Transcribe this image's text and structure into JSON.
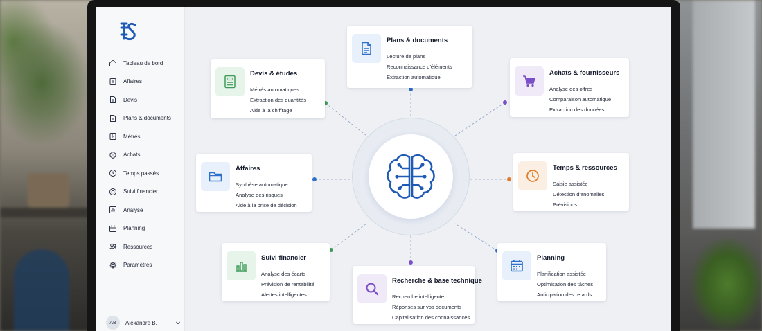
{
  "sidebar": {
    "logo_icon": "bts-logo-icon",
    "items": [
      {
        "label": "Tableau de bord",
        "icon": "home-icon"
      },
      {
        "label": "Affaires",
        "icon": "briefcase-file-icon"
      },
      {
        "label": "Devis",
        "icon": "document-icon"
      },
      {
        "label": "Plans & documents",
        "icon": "document-icon"
      },
      {
        "label": "Métrés",
        "icon": "ruler-icon"
      },
      {
        "label": "Achats",
        "icon": "cart-icon"
      },
      {
        "label": "Temps passés",
        "icon": "clock-icon"
      },
      {
        "label": "Suivi financier",
        "icon": "finance-icon"
      },
      {
        "label": "Analyse",
        "icon": "chart-icon"
      },
      {
        "label": "Planning",
        "icon": "calendar-icon"
      },
      {
        "label": "Ressources",
        "icon": "people-icon"
      },
      {
        "label": "Paramètres",
        "icon": "gear-icon"
      }
    ],
    "user": {
      "initials": "AB",
      "name": "Alexandre B."
    }
  },
  "hub": {
    "icon": "brain-circuit-icon",
    "accent": "#1f5bb5"
  },
  "cards": {
    "plans": {
      "title": "Plans & documents",
      "icon": "document-icon",
      "color": "#2d6fc9",
      "bg": "#e8f0fb",
      "items": [
        "Lecture de plans",
        "Reconnaissance d'éléments",
        "Extraction automatique"
      ]
    },
    "devis": {
      "title": "Devis & études",
      "icon": "calculator-icon",
      "color": "#3f9b5a",
      "bg": "#e6f4ea",
      "items": [
        "Métrés automatiques",
        "Extraction des quantités",
        "Aide à la chiffrage"
      ]
    },
    "achats": {
      "title": "Achats & fournisseurs",
      "icon": "cart-icon",
      "color": "#7b4fc7",
      "bg": "#efe9f8",
      "items": [
        "Analyse des offres",
        "Comparaison automatique",
        "Extraction des données"
      ]
    },
    "affaires": {
      "title": "Affaires",
      "icon": "folder-icon",
      "color": "#2d6fc9",
      "bg": "#e8f0fb",
      "items": [
        "Synthèse automatique",
        "Analyse des risques",
        "Aide à la prise de décision"
      ]
    },
    "temps": {
      "title": "Temps & ressources",
      "icon": "clock-icon",
      "color": "#e07b28",
      "bg": "#fbeee2",
      "items": [
        "Saisie assistée",
        "Détection d'anomalies",
        "Prévisions"
      ]
    },
    "suivi": {
      "title": "Suivi financier",
      "icon": "bar-chart-icon",
      "color": "#3f9b5a",
      "bg": "#e6f4ea",
      "items": [
        "Analyse des écarts",
        "Prévision de rentabilité",
        "Alertes intelligentes"
      ]
    },
    "recherche": {
      "title": "Recherche & base technique",
      "icon": "search-icon",
      "color": "#7b4fc7",
      "bg": "#efe9f8",
      "items": [
        "Recherche intelligente",
        "Réponses sur vos documents",
        "Capitalisation des connaissances"
      ]
    },
    "planning": {
      "title": "Planning",
      "icon": "calendar-icon",
      "color": "#2d6fc9",
      "bg": "#e8f0fb",
      "items": [
        "Planification assistée",
        "Optimisation des tâches",
        "Anticipation des retards"
      ]
    }
  }
}
